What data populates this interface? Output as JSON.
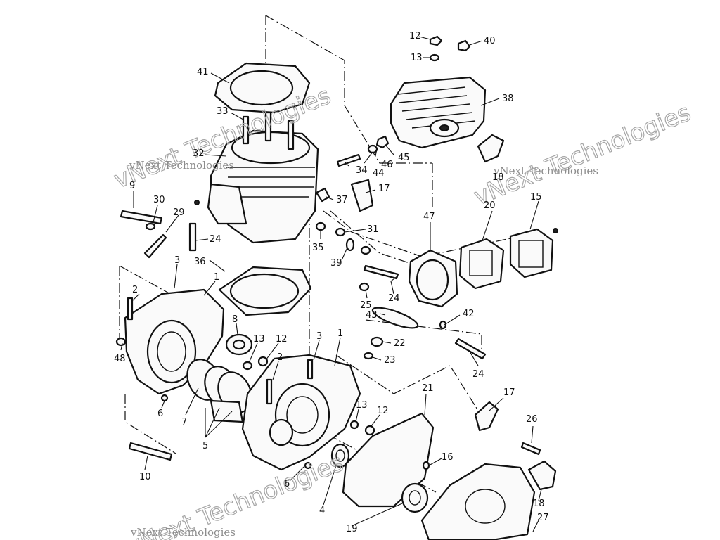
{
  "watermarks": [
    {
      "company": "vNext Technologies",
      "script": "vNext Technologies"
    },
    {
      "company": "vNext Technologies",
      "script": "vNext Technologies"
    },
    {
      "company": "vNext Technologies",
      "script": "vNext Technologies"
    }
  ],
  "callouts": {
    "c12_top": "12",
    "c40": "40",
    "c13_top": "13",
    "c41": "41",
    "c38": "38",
    "c33": "33",
    "c32": "32",
    "c34": "34",
    "c44": "44",
    "c46": "46",
    "c45": "45",
    "c18_top": "18",
    "c17_top": "17",
    "c37": "37",
    "c9": "9",
    "c30": "30",
    "c29": "29",
    "c24_left": "24",
    "c20": "20",
    "c15": "15",
    "c47": "47",
    "c31": "31",
    "c35": "35",
    "c39": "39",
    "c36": "36",
    "c3_left": "3",
    "c1_left": "1",
    "c2_left": "2",
    "c24_mid": "24",
    "c25": "25",
    "c43": "43",
    "c42": "42",
    "c8": "8",
    "c13_mid": "13",
    "c12_mid": "12",
    "c3_mid": "3",
    "c1_mid": "1",
    "c22": "22",
    "c23": "23",
    "c48": "48",
    "c2_mid": "2",
    "c24_right": "24",
    "c21": "21",
    "c17_bottom": "17",
    "c6_left": "6",
    "c7": "7",
    "c5": "5",
    "c13_low": "13",
    "c12_low": "12",
    "c26": "26",
    "c16": "16",
    "c10": "10",
    "c6_mid": "6",
    "c4": "4",
    "c18_bottom": "18",
    "c19": "19",
    "c27": "27"
  }
}
